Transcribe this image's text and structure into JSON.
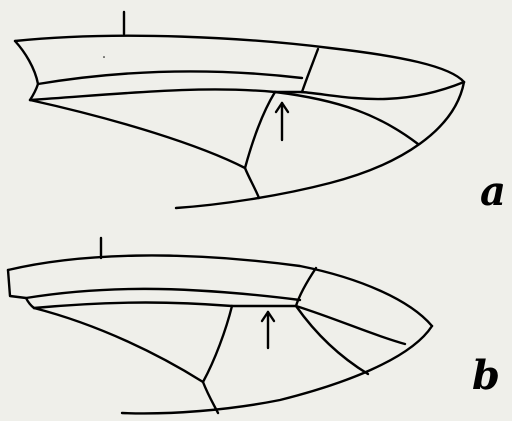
{
  "figure": {
    "panels": [
      {
        "id": "a",
        "label": "a",
        "arrow": "up"
      },
      {
        "id": "b",
        "label": "b",
        "arrow": "up"
      }
    ],
    "colors": {
      "background": "#efefea",
      "ink": "#000000"
    }
  }
}
